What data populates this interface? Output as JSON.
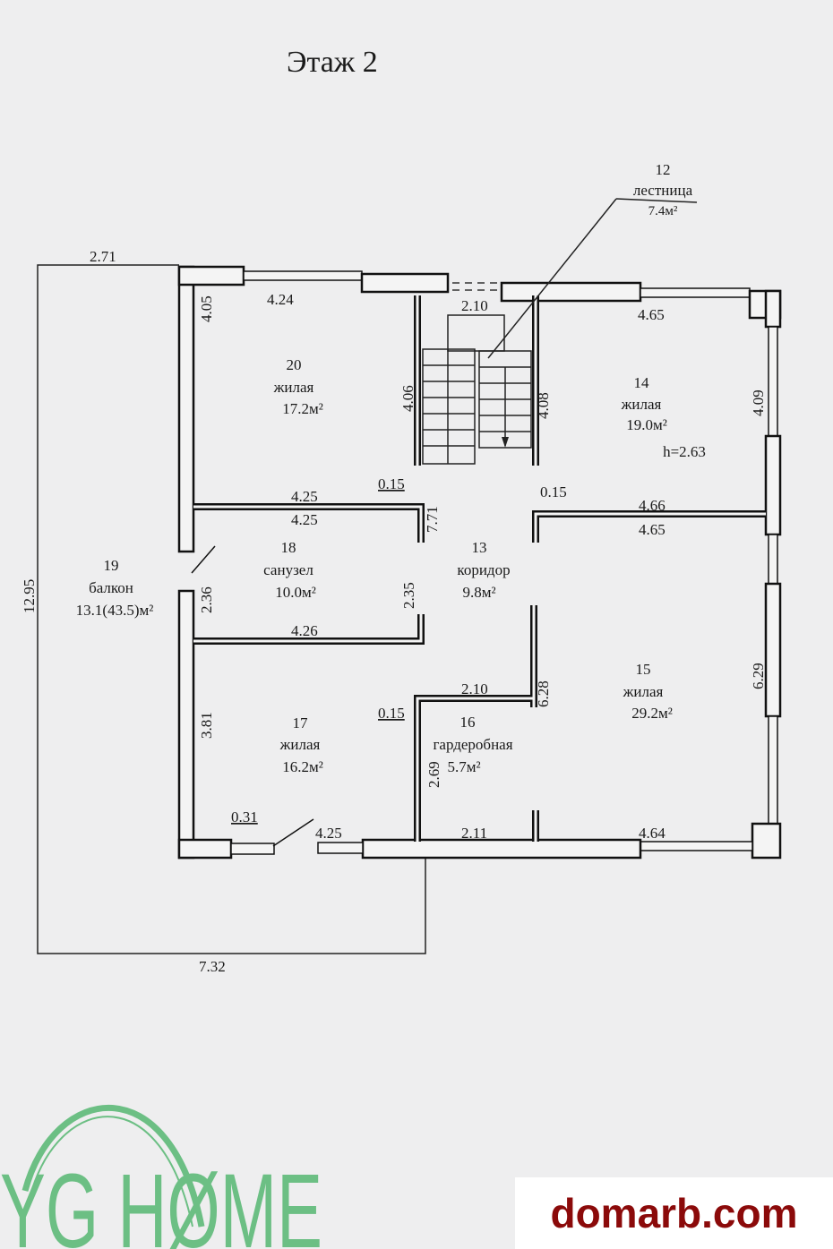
{
  "title": "Этаж 2",
  "rooms": [
    {
      "num": "12",
      "name": "лестница",
      "area": "7.4м²"
    },
    {
      "num": "13",
      "name": "коридор",
      "area": "9.8м²"
    },
    {
      "num": "14",
      "name": "жилая",
      "area": "19.0м²"
    },
    {
      "num": "15",
      "name": "жилая",
      "area": "29.2м²"
    },
    {
      "num": "16",
      "name": "гардеробная",
      "area": "5.7м²"
    },
    {
      "num": "17",
      "name": "жилая",
      "area": "16.2м²"
    },
    {
      "num": "18",
      "name": "санузел",
      "area": "10.0м²"
    },
    {
      "num": "19",
      "name": "балкон",
      "area": "13.1(43.5)м²"
    },
    {
      "num": "20",
      "name": "жилая",
      "area": "17.2м²"
    }
  ],
  "ceiling_height": "h=2.63",
  "dimensions": {
    "balcony_top": "2.71",
    "balcony_left": "12.95",
    "balcony_bottom": "7.32",
    "r20_top": "4.24",
    "r20_left": "4.05",
    "stair_top": "2.10",
    "stair_left": "4.06",
    "stair_right": "4.08",
    "r14_top": "4.65",
    "r14_right": "4.09",
    "wall_a": "0.15",
    "wall_b": "0.15",
    "corr": "7.71",
    "r20_bottom": "4.25",
    "r18_top": "4.25",
    "r14_bottom": "4.66",
    "r15_top": "4.65",
    "balc_door": "2.36",
    "r18_right": "2.35",
    "r18_bottom": "4.26",
    "r16_top": "2.10",
    "r15_left": "6.28",
    "r15_right": "6.29",
    "wall_c": "0.15",
    "r17_left": "3.81",
    "r16_left": "2.69",
    "win": "0.31",
    "r17_bottom": "4.25",
    "r16_bottom": "2.11",
    "r15_bottom": "4.64"
  },
  "logo": {
    "text": "YG HOME",
    "color": "#6cbf84"
  },
  "watermark": {
    "text": "domarb.com",
    "color": "#8b0a0a"
  }
}
